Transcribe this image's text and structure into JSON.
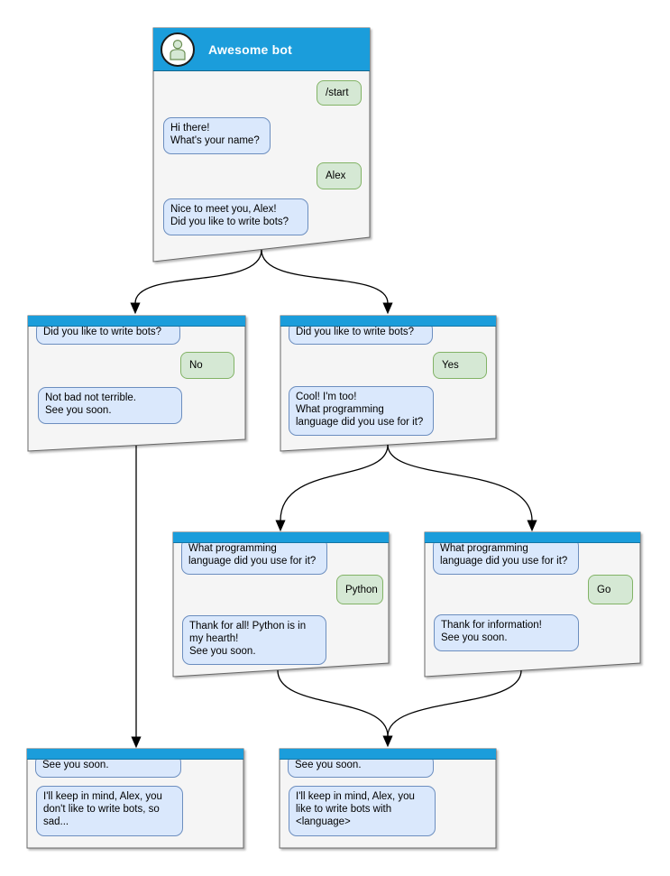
{
  "colors": {
    "header_blue": "#1b9ddb",
    "window_fill": "#f5f5f5",
    "window_border": "#666666",
    "bot_bubble_fill": "#dae8fc",
    "bot_bubble_border": "#6c8ebf",
    "user_bubble_fill": "#d5e8d4",
    "user_bubble_border": "#82b366",
    "arrow": "#000000"
  },
  "windows": [
    {
      "id": "main",
      "title": "Awesome bot",
      "messages": [
        {
          "from": "user",
          "text": "/start"
        },
        {
          "from": "bot",
          "text": "Hi there!\nWhat's your name?"
        },
        {
          "from": "user",
          "text": "Alex"
        },
        {
          "from": "bot",
          "text": "Nice to meet you, Alex!\nDid you like to write bots?"
        }
      ]
    },
    {
      "id": "branch-no",
      "messages": [
        {
          "from": "bot",
          "text": "Did you like to write bots?"
        },
        {
          "from": "user",
          "text": "No"
        },
        {
          "from": "bot",
          "text": "Not bad not terrible.\nSee you soon."
        }
      ]
    },
    {
      "id": "branch-yes",
      "messages": [
        {
          "from": "bot",
          "text": "Did you like to write bots?"
        },
        {
          "from": "user",
          "text": "Yes"
        },
        {
          "from": "bot",
          "text": "Cool! I'm too!\nWhat programming\nlanguage did you use for it?"
        }
      ]
    },
    {
      "id": "branch-python",
      "messages": [
        {
          "from": "bot",
          "text": "What programming\nlanguage did you use for it?"
        },
        {
          "from": "user",
          "text": "Python"
        },
        {
          "from": "bot",
          "text": "Thank for all! Python is in\nmy hearth!\nSee you soon."
        }
      ]
    },
    {
      "id": "branch-go",
      "messages": [
        {
          "from": "bot",
          "text": "What programming\nlanguage did you use for it?"
        },
        {
          "from": "user",
          "text": "Go"
        },
        {
          "from": "bot",
          "text": "Thank for information!\nSee you soon."
        }
      ]
    },
    {
      "id": "end-no",
      "messages": [
        {
          "from": "bot",
          "text": "See you soon."
        },
        {
          "from": "bot",
          "text": "I'll keep in mind, Alex, you\ndon't like to write bots, so\nsad..."
        }
      ]
    },
    {
      "id": "end-yes",
      "messages": [
        {
          "from": "bot",
          "text": "See you soon."
        },
        {
          "from": "bot",
          "text": "I'll keep in mind, Alex, you\nlike to write bots with\n<language>"
        }
      ]
    }
  ]
}
